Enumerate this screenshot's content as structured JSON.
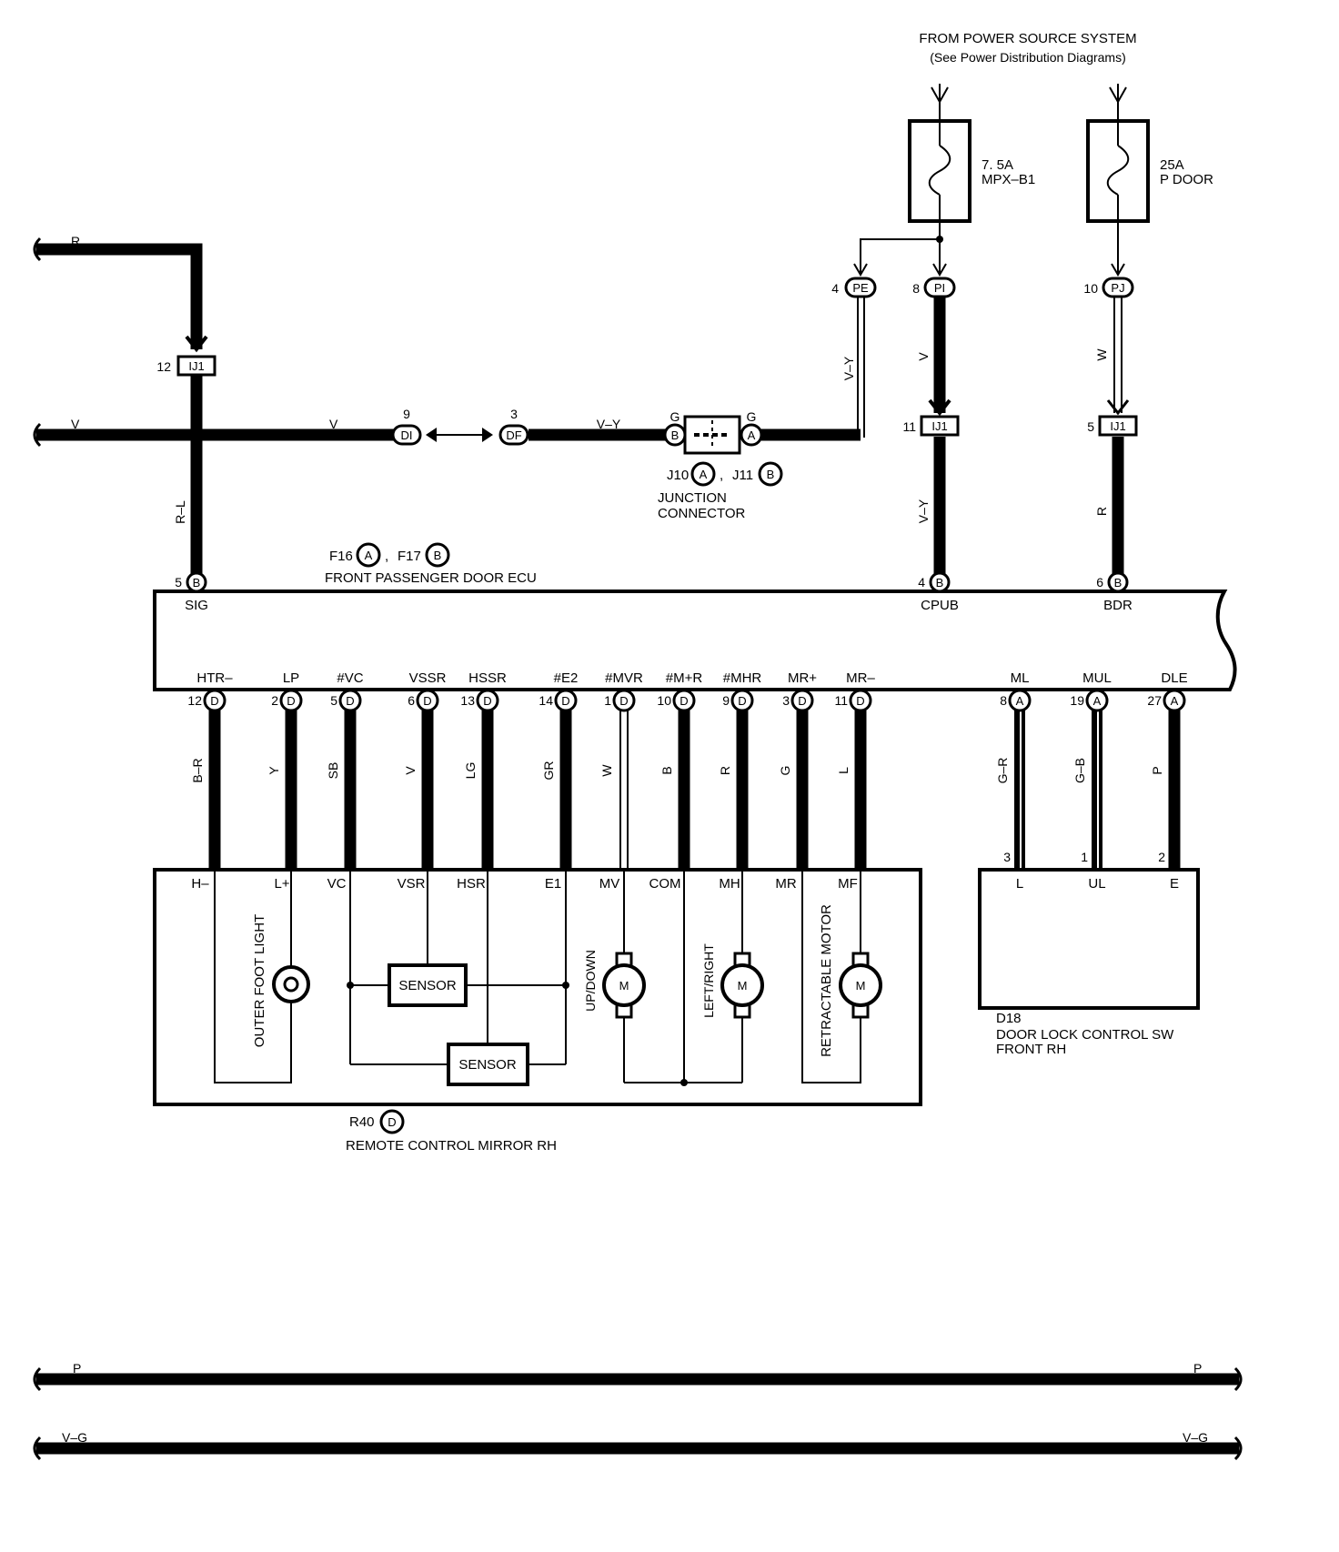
{
  "power_source": {
    "title": "FROM POWER SOURCE SYSTEM",
    "subtitle": "(See Power Distribution Diagrams)"
  },
  "fuses": [
    {
      "rating": "7. 5A",
      "name": "MPX–B1"
    },
    {
      "rating": "25A",
      "name": "P DOOR"
    }
  ],
  "left_wires": {
    "r": "R",
    "v_left": "V",
    "v_mid": "V",
    "r_l": "R–L",
    "v_y_horiz": "V–Y",
    "v_y_vert": "V–Y"
  },
  "connectors": {
    "ij1_left": {
      "pin": "12",
      "label": "IJ1"
    },
    "di": {
      "pin": "9",
      "label": "DI"
    },
    "df": {
      "pin": "3",
      "label": "DF"
    },
    "pe": {
      "pin": "4",
      "label": "PE"
    },
    "pi": {
      "pin": "8",
      "label": "PI"
    },
    "pj": {
      "pin": "10",
      "label": "PJ"
    },
    "ij1_mid": {
      "pin": "11",
      "label": "IJ1"
    },
    "ij1_right": {
      "pin": "5",
      "label": "IJ1"
    }
  },
  "right_wires": {
    "v": "V",
    "w": "W",
    "v_y": "V–Y",
    "r": "R"
  },
  "junction": {
    "g_left": "G",
    "g_right": "G",
    "b": "B",
    "a": "A",
    "j10": "J10",
    "j10_letter": "A",
    "j11": "J11",
    "j11_letter": "B",
    "title_line1": "JUNCTION",
    "title_line2": "CONNECTOR"
  },
  "ecu": {
    "ref_a": "F16",
    "ref_a_letter": "A",
    "ref_b": "F17",
    "ref_b_letter": "B",
    "name": "FRONT PASSENGER DOOR ECU",
    "top_pins": [
      {
        "num": "5",
        "letter": "B",
        "name": "SIG"
      },
      {
        "num": "4",
        "letter": "B",
        "name": "CPUB"
      },
      {
        "num": "6",
        "letter": "B",
        "name": "BDR"
      }
    ],
    "bottom_pins": [
      {
        "num": "12",
        "letter": "D",
        "name": "HTR–",
        "color": "B–R"
      },
      {
        "num": "2",
        "letter": "D",
        "name": "LP",
        "color": "Y"
      },
      {
        "num": "5",
        "letter": "D",
        "name": "#VC",
        "color": "SB"
      },
      {
        "num": "6",
        "letter": "D",
        "name": "VSSR",
        "color": "V"
      },
      {
        "num": "13",
        "letter": "D",
        "name": "HSSR",
        "color": "LG"
      },
      {
        "num": "14",
        "letter": "D",
        "name": "#E2",
        "color": "GR"
      },
      {
        "num": "1",
        "letter": "D",
        "name": "#MVR",
        "color": "W"
      },
      {
        "num": "10",
        "letter": "D",
        "name": "#M+R",
        "color": "B"
      },
      {
        "num": "9",
        "letter": "D",
        "name": "#MHR",
        "color": "R"
      },
      {
        "num": "3",
        "letter": "D",
        "name": "MR+",
        "color": "G"
      },
      {
        "num": "11",
        "letter": "D",
        "name": "MR–",
        "color": "L"
      },
      {
        "num": "8",
        "letter": "A",
        "name": "ML",
        "color": "G–R"
      },
      {
        "num": "19",
        "letter": "A",
        "name": "MUL",
        "color": "G–B"
      },
      {
        "num": "27",
        "letter": "A",
        "name": "DLE",
        "color": "P"
      }
    ]
  },
  "mirror": {
    "terminals": [
      "H–",
      "L+",
      "VC",
      "VSR",
      "HSR",
      "E1",
      "MV",
      "COM",
      "MH",
      "MR",
      "MF"
    ],
    "outer_foot_light": "OUTER FOOT LIGHT",
    "sensor_1": "SENSOR",
    "sensor_2": "SENSOR",
    "up_down": "UP/DOWN",
    "left_right": "LEFT/RIGHT",
    "retractable_motor": "RETRACTABLE MOTOR",
    "motor_symbol": "M",
    "ref": "R40",
    "ref_letter": "D",
    "name": "REMOTE CONTROL MIRROR RH"
  },
  "door_lock_sw": {
    "pins": [
      {
        "num": "3",
        "name": "L"
      },
      {
        "num": "1",
        "name": "UL"
      },
      {
        "num": "2",
        "name": "E"
      }
    ],
    "ref": "D18",
    "name_line1": "DOOR LOCK CONTROL SW",
    "name_line2": "FRONT RH"
  },
  "bottom_wires": {
    "p_left": "P",
    "p_right": "P",
    "vg_left": "V–G",
    "vg_right": "V–G"
  }
}
